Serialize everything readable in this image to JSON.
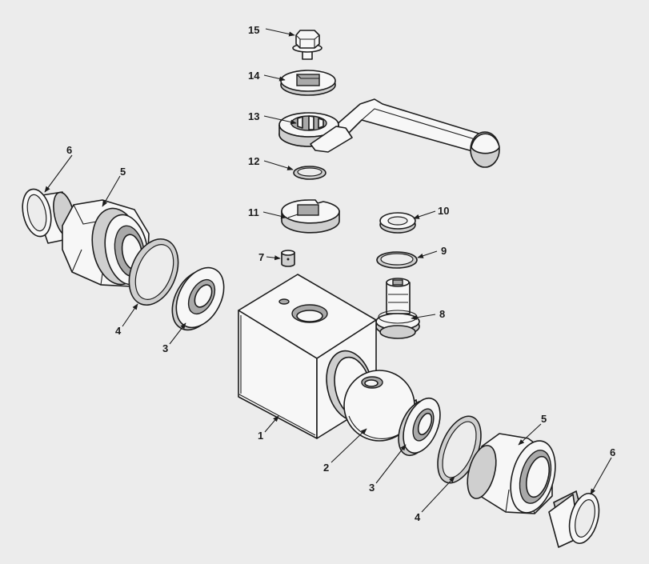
{
  "colors": {
    "background": "#ececec",
    "line": "#1c1c1c",
    "fill": "#f7f7f7",
    "shade": "#cfcfcf"
  },
  "callouts": {
    "c1": "1",
    "c2": "2",
    "c3a": "3",
    "c3b": "3",
    "c4a": "4",
    "c4b": "4",
    "c5a": "5",
    "c5b": "5",
    "c6a": "6",
    "c6b": "6",
    "c7": "7",
    "c8": "8",
    "c9": "9",
    "c10": "10",
    "c11": "11",
    "c12": "12",
    "c13": "13",
    "c14": "14",
    "c15": "15"
  }
}
